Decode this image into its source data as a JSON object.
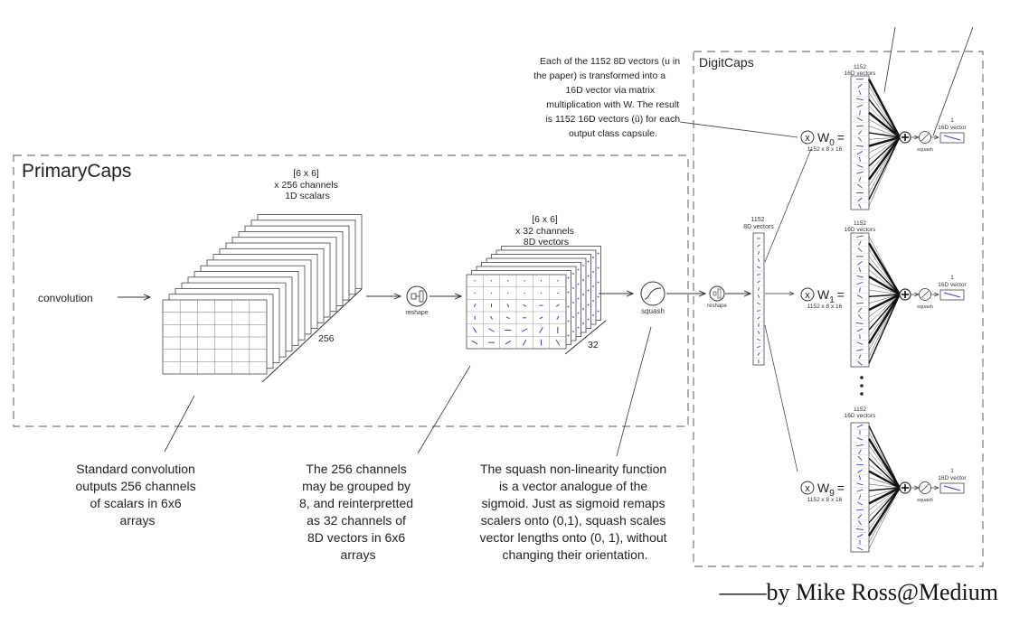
{
  "primarycaps": {
    "title": "PrimaryCaps",
    "convolution_label": "convolution",
    "scalars_label_lines": [
      "[6 x 6]",
      "x 256 channels",
      "1D scalars"
    ],
    "depth_256": "256",
    "reshape_label": "reshape",
    "vectors_label_lines": [
      "[6 x 6]",
      "x 32 channels",
      "8D vectors"
    ],
    "depth_32": "32",
    "squash_label": "squash"
  },
  "digitcaps": {
    "title": "DigitCaps",
    "reshape_label": "reshape",
    "stack_label_lines": [
      "1152",
      "8D vectors"
    ],
    "weights": [
      {
        "symbol": "W",
        "sub": "0",
        "dims": "1152 x 8 x 16",
        "vec_lines": [
          "1152",
          "16D vectors"
        ],
        "out_lines": [
          "1",
          "16D vector"
        ],
        "squash": "squash"
      },
      {
        "symbol": "W",
        "sub": "1",
        "dims": "1152 x 8 x 16",
        "vec_lines": [
          "1152",
          "16D vectors"
        ],
        "out_lines": [
          "1",
          "16D vector"
        ],
        "squash": "squash"
      },
      {
        "symbol": "W",
        "sub": "9",
        "dims": "1152 x 8 x 16",
        "vec_lines": [
          "1152",
          "16D vectors"
        ],
        "out_lines": [
          "1",
          "16D vector"
        ],
        "squash": "squash"
      }
    ],
    "times_symbol": "x",
    "equals": "=",
    "plus": "+"
  },
  "annotations": {
    "transform": [
      "Each of the 1152 8D vectors (u in",
      "the paper) is transformed into a",
      "16D vector via matrix",
      "multiplication with W. The result",
      "is 1152 16D vectors (û) for each",
      "output class capsule."
    ],
    "conv": [
      "Standard convolution",
      "outputs 256 channels",
      "of scalars in 6x6",
      "arrays"
    ],
    "group": [
      "The 256 channels",
      "may be grouped by",
      "8, and reinterpretted",
      "as 32 channels of",
      "8D vectors in 6x6",
      "arrays"
    ],
    "squash": [
      "The squash non-linearity function",
      "is a vector analogue of the",
      "sigmoid. Just as sigmoid remaps",
      "scalers onto (0,1), squash scales",
      "vector lengths onto (0, 1), without",
      "changing their orientation."
    ]
  },
  "credit": "——by Mike Ross@Medium",
  "colors": {
    "vector_blue": "#3344cc",
    "line": "#333333",
    "dash": "#777777"
  }
}
